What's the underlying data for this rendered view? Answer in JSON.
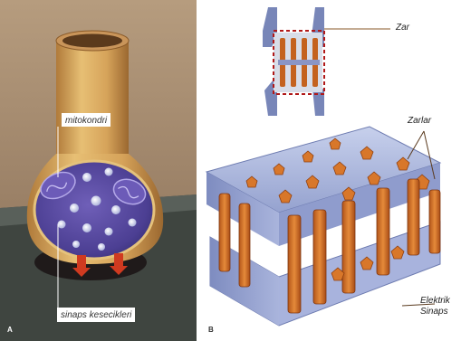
{
  "panel_a": {
    "letter": "A",
    "labels": {
      "mitochondria": "mitokondri",
      "synaptic_vesicles": "sinaps kesecikleri"
    }
  },
  "panel_b": {
    "letter": "B",
    "labels": {
      "junction": "Zar",
      "junctions": "Zarlar",
      "electrical_synapse_line1": "Elektrik",
      "electrical_synapse_line2": "Sinaps"
    }
  },
  "colors": {
    "panel_a_background": "#a48a70",
    "axon_tan": "#d8ac5e",
    "terminal_interior": "#5a4aa0",
    "vesicle": "#d8dcf0",
    "arrow_red": "#d03a20",
    "membrane_blue": "#a6b2d8",
    "connexon_orange": "#d8772a"
  }
}
